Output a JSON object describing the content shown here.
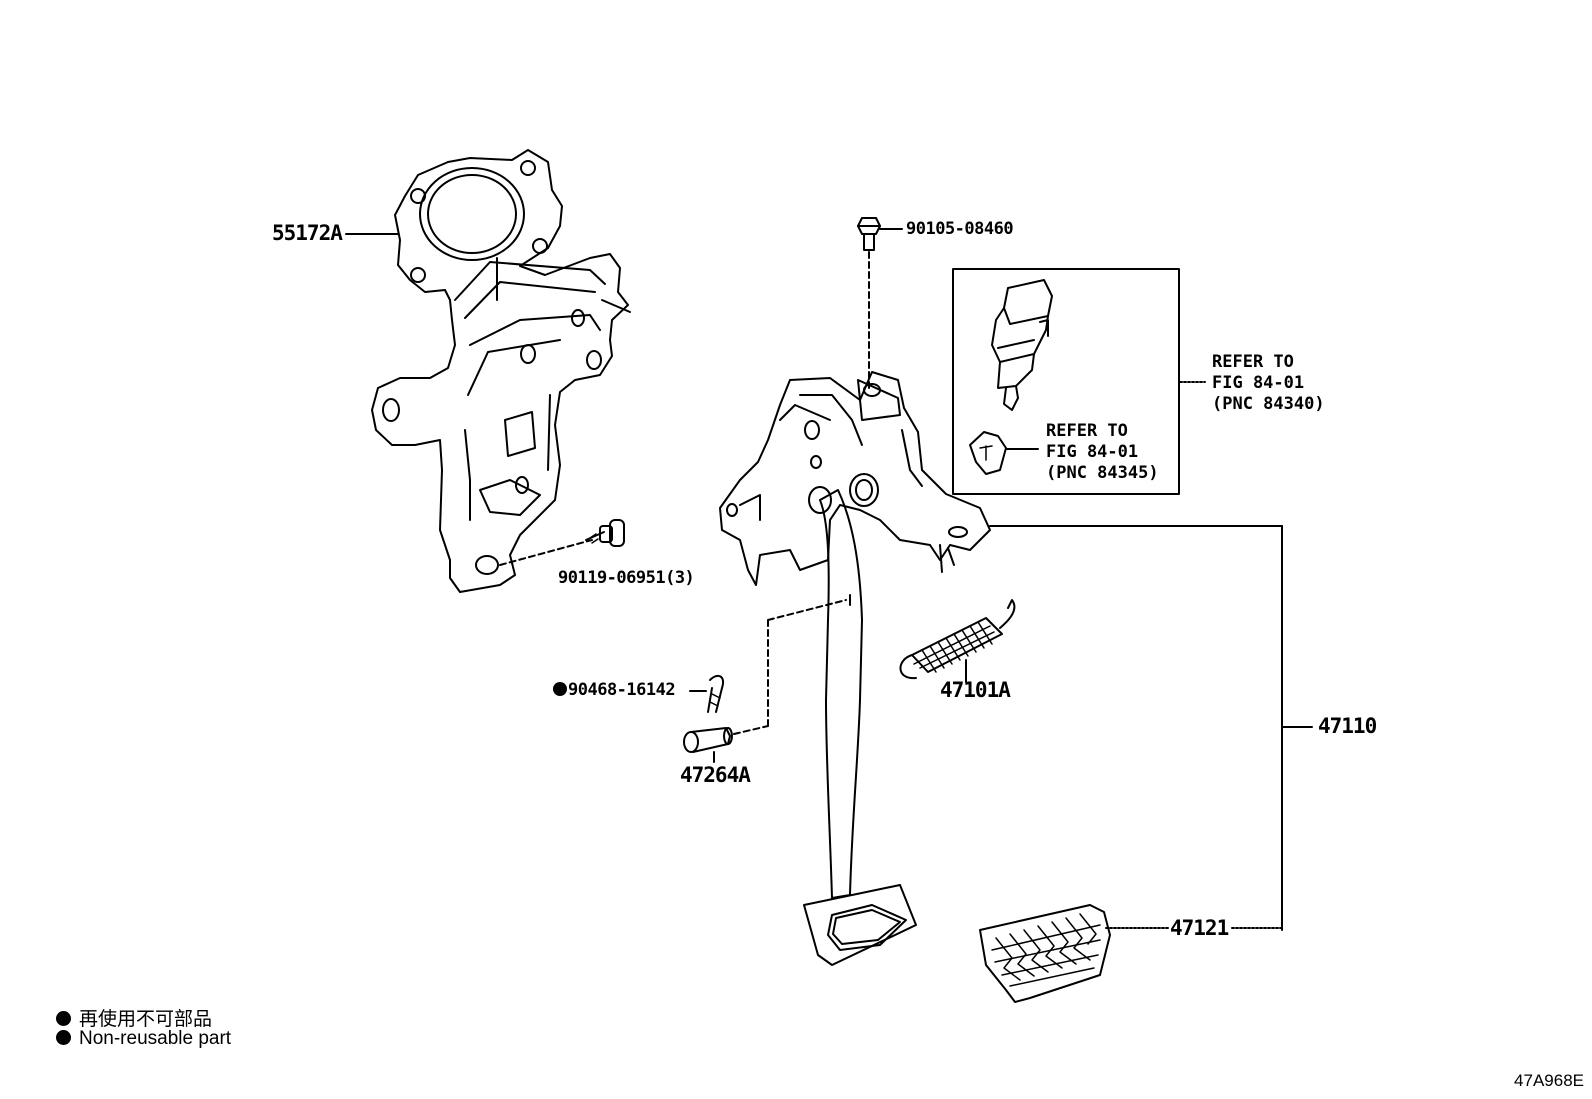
{
  "labels": {
    "p55172A": "55172A",
    "p90105": "90105-08460",
    "p90119": "90119-06951(3)",
    "p90468": "90468-16142",
    "p47264A": "47264A",
    "p47101A": "47101A",
    "p47110": "47110",
    "p47121": "47121"
  },
  "references": {
    "switch": "REFER TO\nFIG 84-01\n(PNC 84340)",
    "clip": "REFER TO\nFIG 84-01\n(PNC 84345)"
  },
  "legend": {
    "japanese": "再使用不可部品",
    "english": "Non-reusable part"
  },
  "figure_code": "47A968E"
}
